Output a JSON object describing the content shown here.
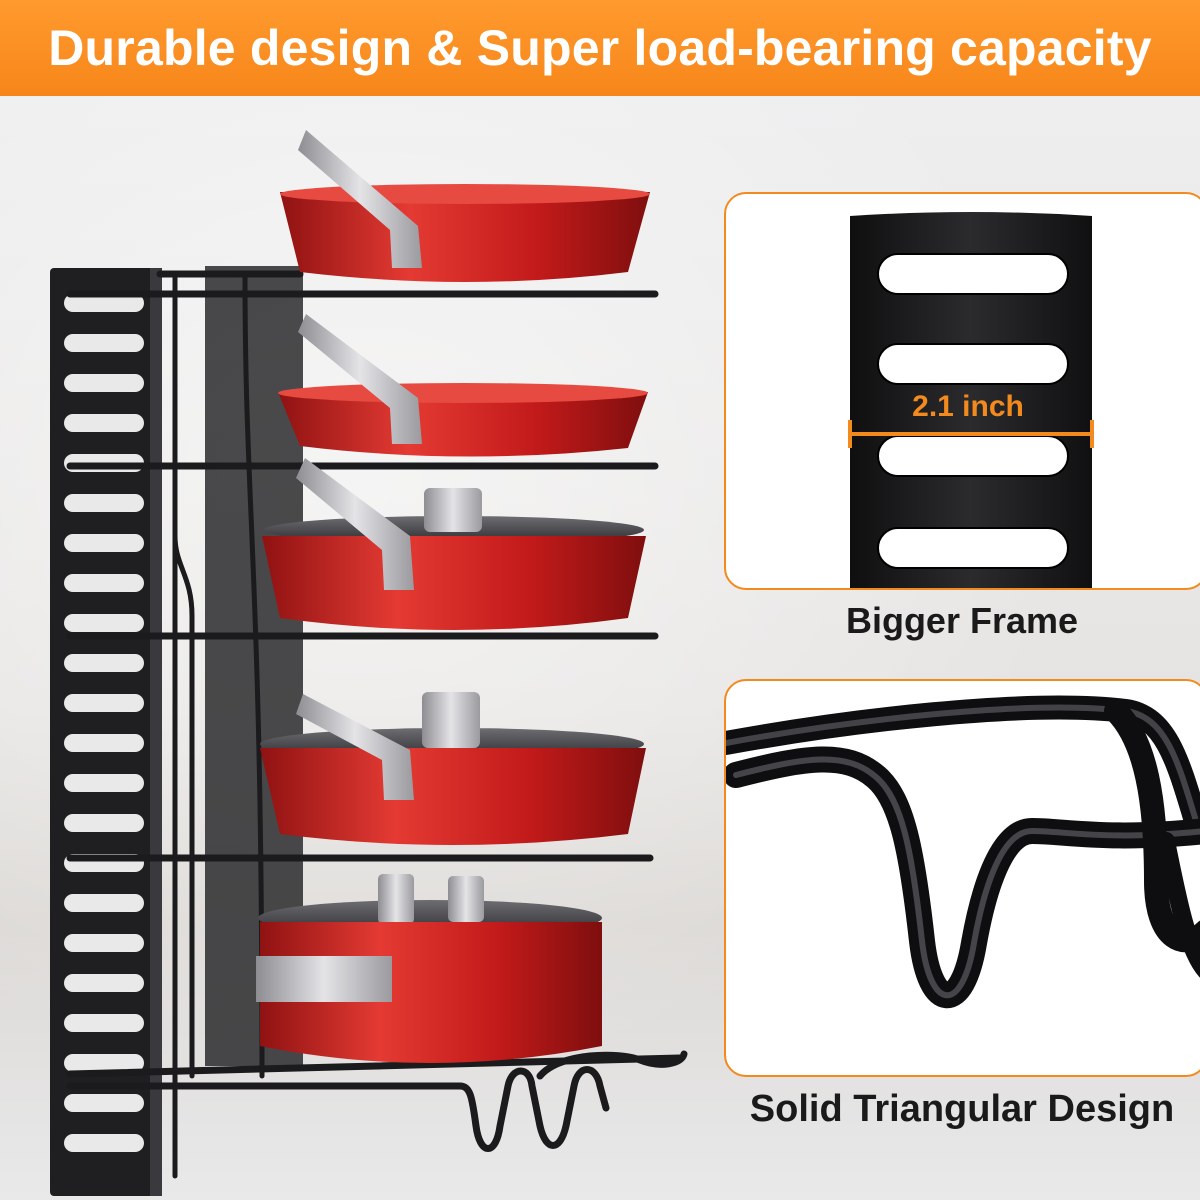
{
  "banner": {
    "title": "Durable design & Super load-bearing capacity",
    "color": "#f7861a"
  },
  "callouts": {
    "frame": {
      "measure_label": "2.1 inch",
      "caption": "Bigger Frame"
    },
    "triangle": {
      "caption": "Solid Triangular Design"
    }
  },
  "colors": {
    "accent": "#f28a1e",
    "pan_red": "#c81c1c",
    "rack_black": "#1b1b1d",
    "handle_steel": "#b8b8bc"
  }
}
